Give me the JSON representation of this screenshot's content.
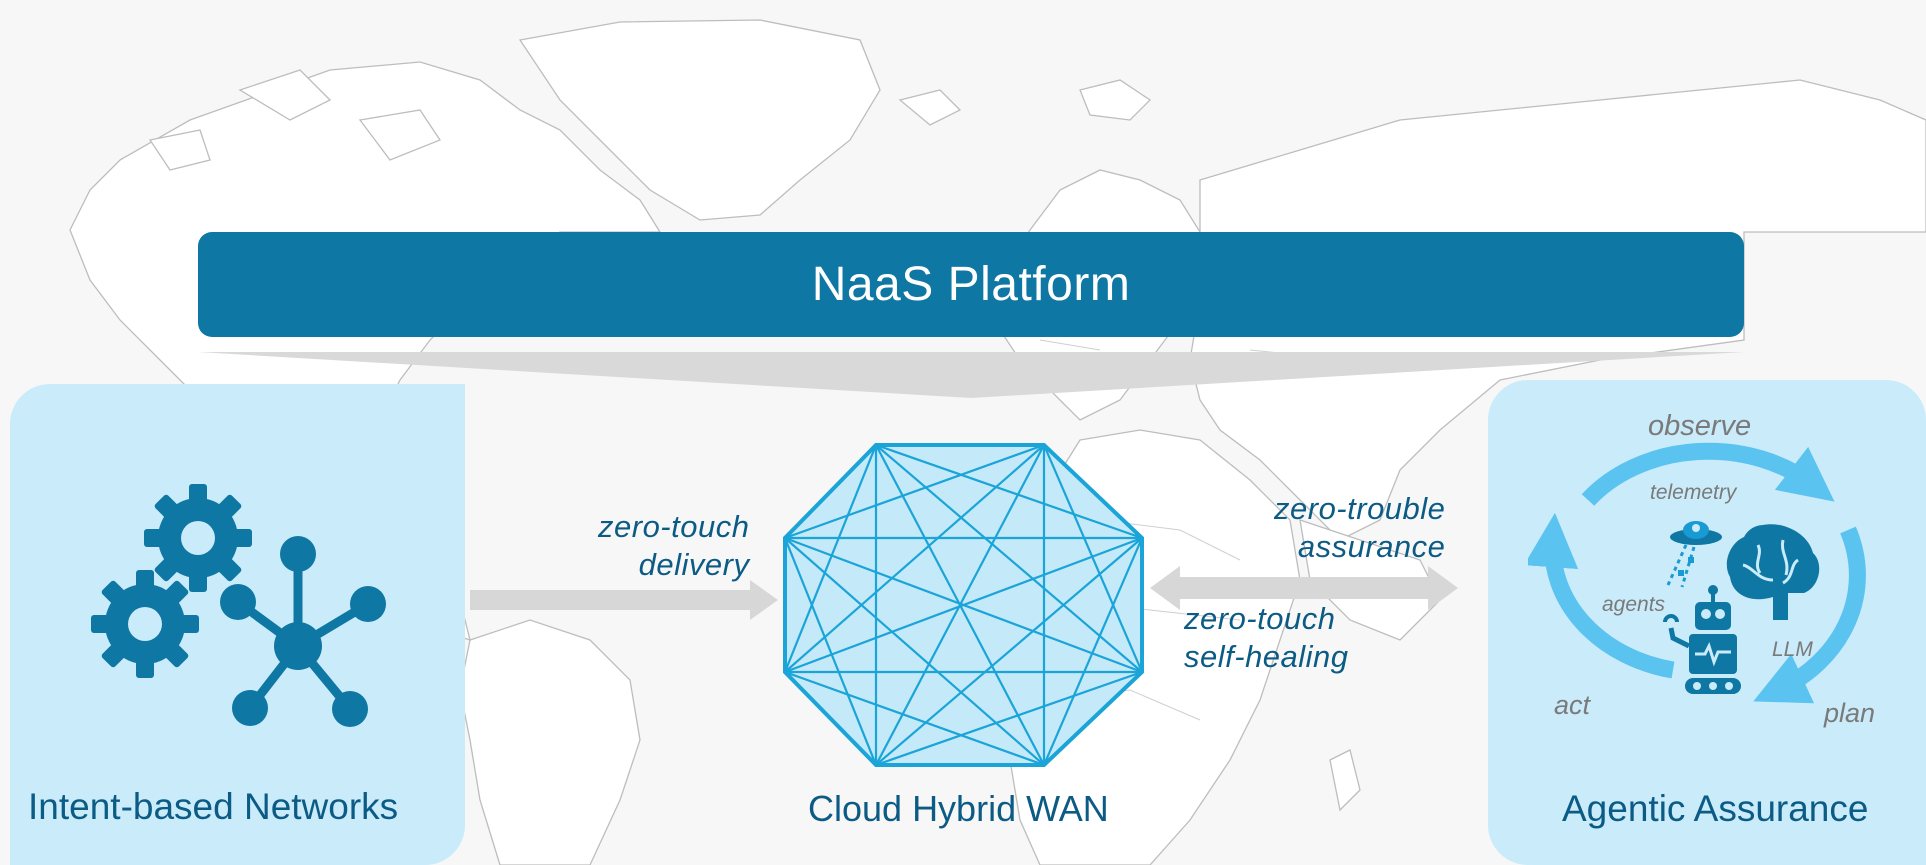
{
  "platform": {
    "title": "NaaS Platform"
  },
  "left_panel": {
    "title": "Intent-based Networks",
    "icons": [
      "gear-icon",
      "gear-icon",
      "hub-network-icon"
    ]
  },
  "center": {
    "title": "Cloud Hybrid WAN",
    "delivery_label": [
      "zero-touch",
      "delivery"
    ],
    "assurance_label": [
      "zero-trouble",
      "assurance"
    ],
    "healing_label": [
      "zero-touch",
      "self-healing"
    ]
  },
  "right_panel": {
    "title": "Agentic Assurance",
    "loop": {
      "observe": "observe",
      "plan": "plan",
      "act": "act",
      "telemetry": "telemetry",
      "agents": "agents",
      "llm": "LLM"
    },
    "icons": [
      "satellite-icon",
      "brain-icon",
      "robot-icon"
    ]
  },
  "colors": {
    "primary_blue": "#0e77a3",
    "dark_blue_text": "#0c5b85",
    "panel_bg": "#c9ebfa",
    "mesh_stroke": "#1aa4d8",
    "loop_arrow": "#5bc3ef",
    "arrow_gray": "#d7d7d7"
  }
}
